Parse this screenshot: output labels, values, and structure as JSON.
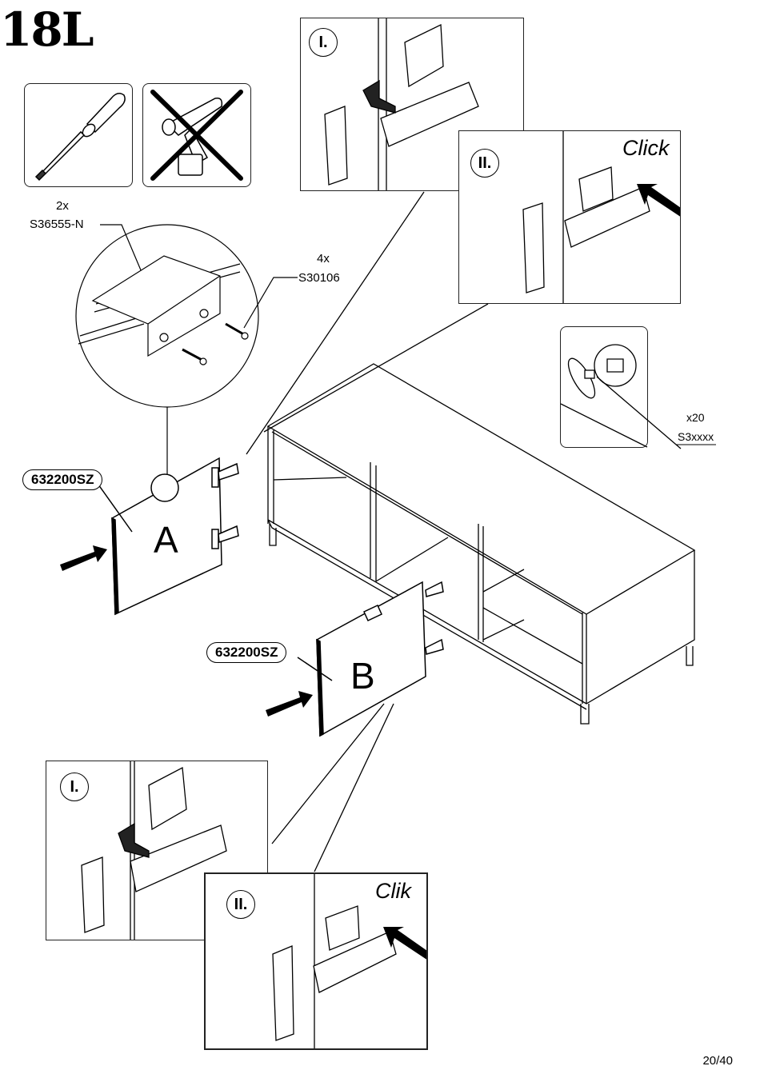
{
  "page": {
    "step_number": "18L",
    "page_indicator": "20/40"
  },
  "tools": {
    "allowed": {
      "icon": "screwdriver-icon",
      "label": "Manual screwdriver"
    },
    "forbidden": {
      "icon": "power-drill-crossed-icon",
      "label": "Do not use power drill"
    }
  },
  "hardware": {
    "bracket": {
      "qty": "2x",
      "code": "S36555-N"
    },
    "screws": {
      "qty": "4x",
      "code": "S30106"
    },
    "cam": {
      "qty": "x20",
      "code": "S3xxxx"
    }
  },
  "parts": {
    "door_a": {
      "code": "632200SZ",
      "letter": "A"
    },
    "door_b": {
      "code": "632200SZ",
      "letter": "B"
    }
  },
  "hinge_steps": {
    "top": [
      {
        "numeral": "I.",
        "caption": ""
      },
      {
        "numeral": "II.",
        "caption": "Click"
      }
    ],
    "bottom": [
      {
        "numeral": "I.",
        "caption": ""
      },
      {
        "numeral": "II.",
        "caption": "Clik"
      }
    ]
  },
  "colors": {
    "ink": "#000000",
    "paper": "#ffffff"
  }
}
